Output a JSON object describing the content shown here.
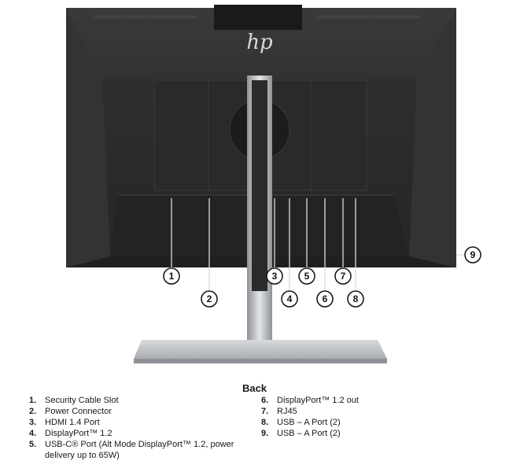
{
  "logo_text": "hp",
  "heading": "Back",
  "callout_labels": [
    "1",
    "2",
    "3",
    "4",
    "5",
    "6",
    "7",
    "8",
    "9"
  ],
  "legend_left": [
    {
      "num": "1.",
      "text": "Security Cable Slot"
    },
    {
      "num": "2.",
      "text": "Power Connector"
    },
    {
      "num": "3.",
      "text": "HDMI 1.4 Port"
    },
    {
      "num": "4.",
      "text": "DisplayPort™ 1.2"
    },
    {
      "num": "5.",
      "text": "USB-C® Port (Alt Mode DisplayPort™ 1.2, power delivery up to 65W)"
    }
  ],
  "legend_right": [
    {
      "num": "6.",
      "text": "DisplayPort™ 1.2 out"
    },
    {
      "num": "7.",
      "text": "RJ45"
    },
    {
      "num": "8.",
      "text": "USB – A Port (2)"
    },
    {
      "num": "9.",
      "text": "USB – A Port (2)"
    }
  ],
  "colors": {
    "monitor_body": "#2b2b2b",
    "stand": "#b8bcc0",
    "callout_stroke": "#111111"
  }
}
